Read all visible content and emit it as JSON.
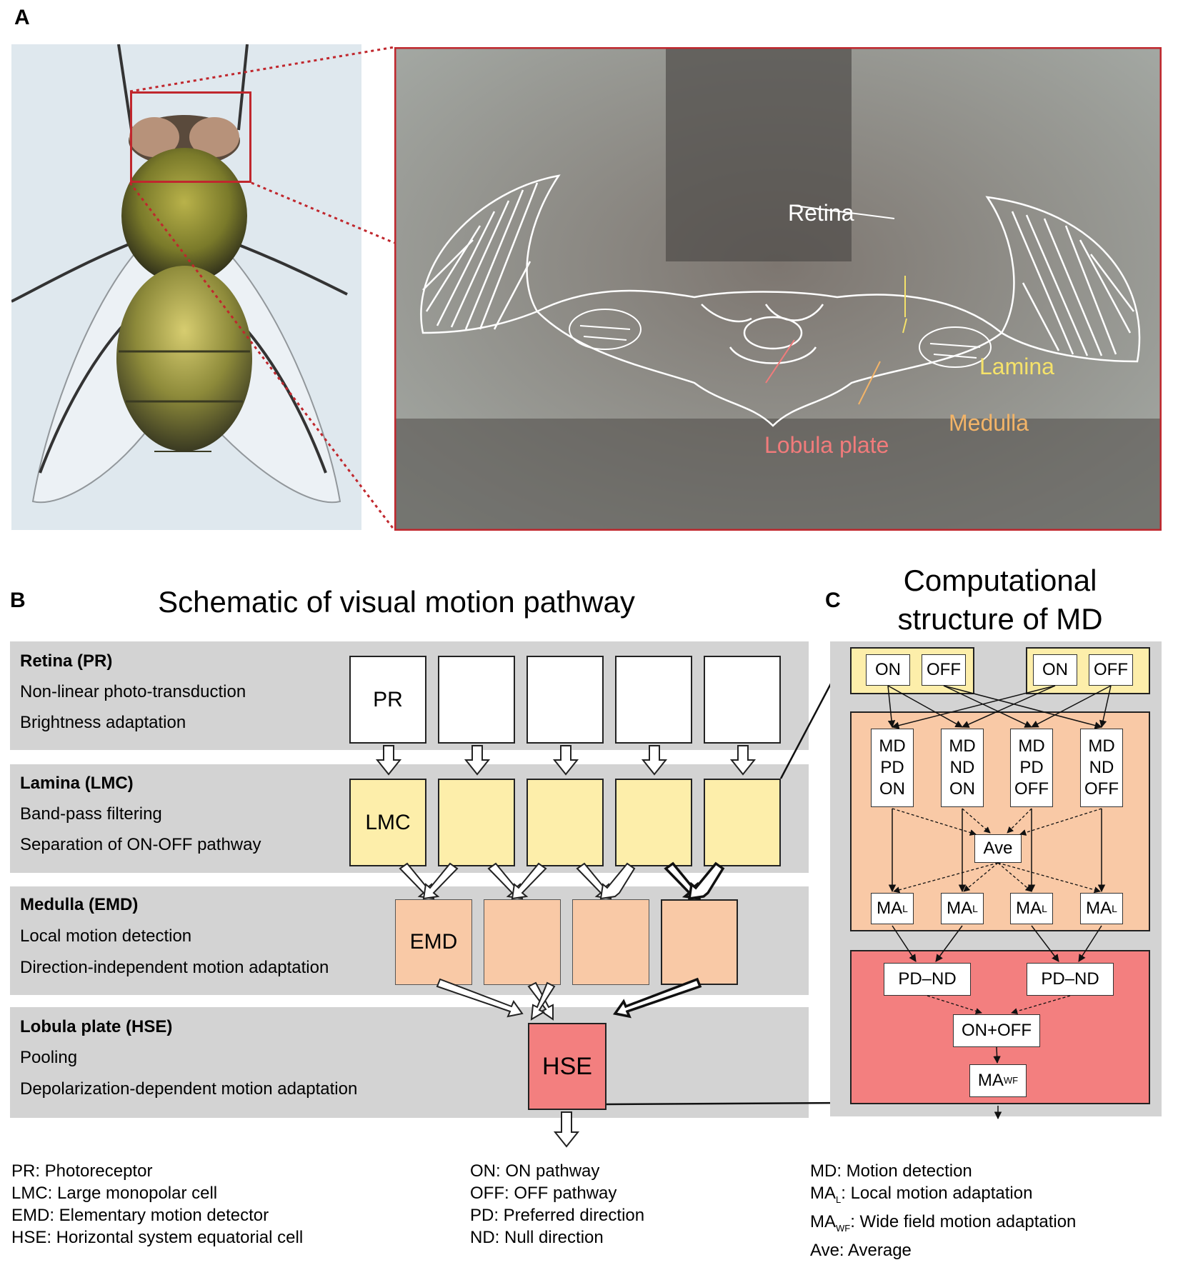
{
  "panel_a": {
    "letter": "A",
    "brain_labels": {
      "retina": "Retina",
      "lamina": "Lamina",
      "medulla": "Medulla",
      "lobula_plate": "Lobula plate"
    },
    "colors": {
      "lamina": "#f5e26a",
      "medulla": "#f3b468",
      "lobula_plate": "#f17b7b",
      "zoom_frame": "#c0272d"
    }
  },
  "panel_b": {
    "letter": "B",
    "title": "Schematic of visual motion pathway",
    "bands": [
      {
        "heading": "Retina (PR)",
        "lines": [
          "Non-linear photo-transduction",
          "Brightness adaptation"
        ]
      },
      {
        "heading": "Lamina (LMC)",
        "lines": [
          "Band-pass filtering",
          "Separation of ON-OFF pathway"
        ]
      },
      {
        "heading": "Medulla (EMD)",
        "lines": [
          "Local motion detection",
          "Direction-independent motion adaptation"
        ]
      },
      {
        "heading": "Lobula plate (HSE)",
        "lines": [
          "Pooling",
          "Depolarization-dependent motion adaptation"
        ]
      }
    ],
    "blocks": {
      "pr": "PR",
      "lmc": "LMC",
      "emd": "EMD",
      "hse": "HSE"
    },
    "colors": {
      "band": "#d3d3d3",
      "pr": "#ffffff",
      "lmc": "#fdeeaa",
      "emd": "#f9c9a6",
      "hse": "#f37f7f"
    }
  },
  "panel_c": {
    "letter": "C",
    "title_line1": "Computational",
    "title_line2": "structure of MD",
    "on": "ON",
    "off": "OFF",
    "md_cols": [
      [
        "MD",
        "PD",
        "ON"
      ],
      [
        "MD",
        "ND",
        "ON"
      ],
      [
        "MD",
        "PD",
        "OFF"
      ],
      [
        "MD",
        "ND",
        "OFF"
      ]
    ],
    "ave": "Ave",
    "ma": "MA",
    "ma_sub_l": "L",
    "pdnd": "PD–ND",
    "onoff": "ON+OFF",
    "ma_sub_wf": "WF"
  },
  "legend": {
    "col1": [
      "PR: Photoreceptor",
      "LMC: Large monopolar cell",
      "EMD: Elementary motion detector",
      "HSE: Horizontal system equatorial cell"
    ],
    "col2": [
      "ON: ON pathway",
      "OFF: OFF pathway",
      "PD: Preferred direction",
      "ND: Null direction"
    ],
    "col3": [
      {
        "pre": "MD: Motion detection",
        "sub": "",
        "post": ""
      },
      {
        "pre": "MA",
        "sub": "L",
        "post": ": Local motion adaptation"
      },
      {
        "pre": "MA",
        "sub": "WF",
        "post": ": Wide field motion adaptation"
      },
      {
        "pre": "Ave: Average",
        "sub": "",
        "post": ""
      }
    ]
  }
}
